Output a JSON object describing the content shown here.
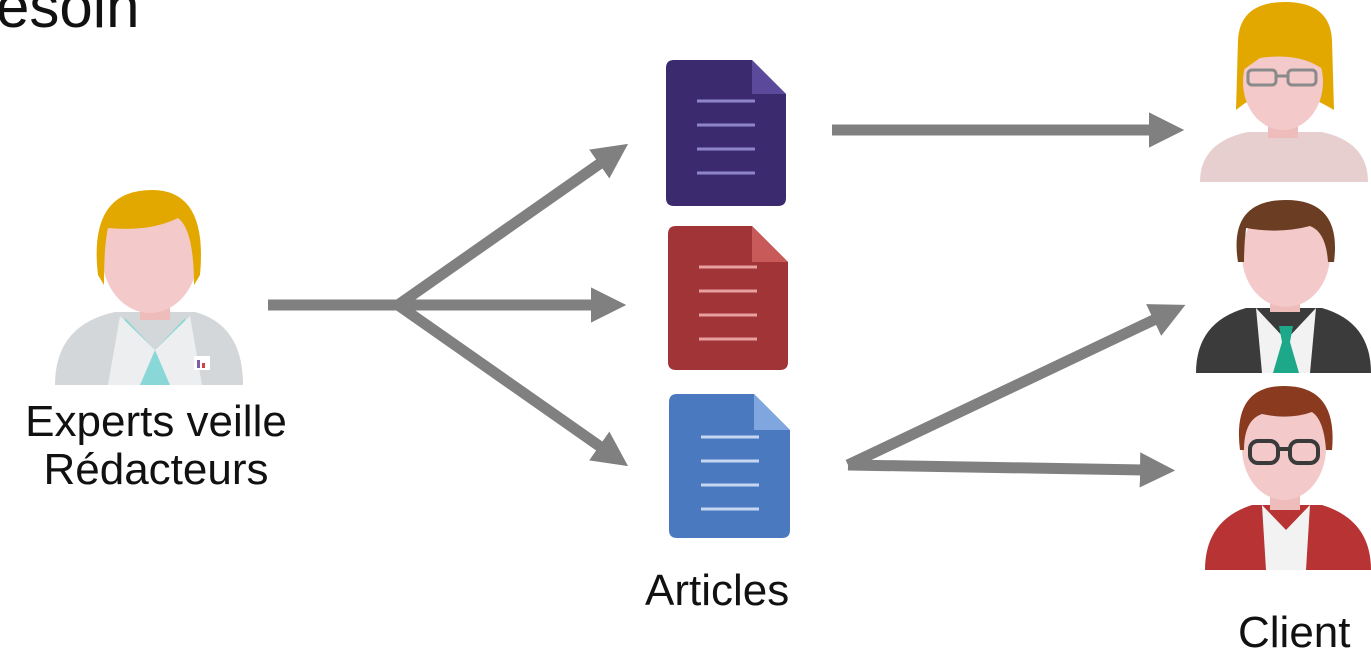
{
  "title_fragment": "esoin",
  "source": {
    "label_line1": "Experts veille",
    "label_line2": "Rédacteurs"
  },
  "documents": {
    "label": "Articles",
    "items": [
      {
        "name": "purple-document",
        "color": "#3b2a6e",
        "fold": "#5b4a9c",
        "line": "#8f86c9"
      },
      {
        "name": "red-document",
        "color": "#a03437",
        "fold": "#c85a5a",
        "line": "#e8a0a0"
      },
      {
        "name": "blue-document",
        "color": "#4a79c0",
        "fold": "#7fa6de",
        "line": "#c4d6f0"
      }
    ]
  },
  "clients": {
    "label": "Client",
    "items": [
      "female-client-avatar",
      "businessman-client-avatar",
      "glasses-client-avatar"
    ]
  },
  "colors": {
    "arrow": "#808080",
    "skin": "#f3c9c9",
    "blonde_hair": "#e3a800",
    "brown_hair": "#6b3d22"
  }
}
